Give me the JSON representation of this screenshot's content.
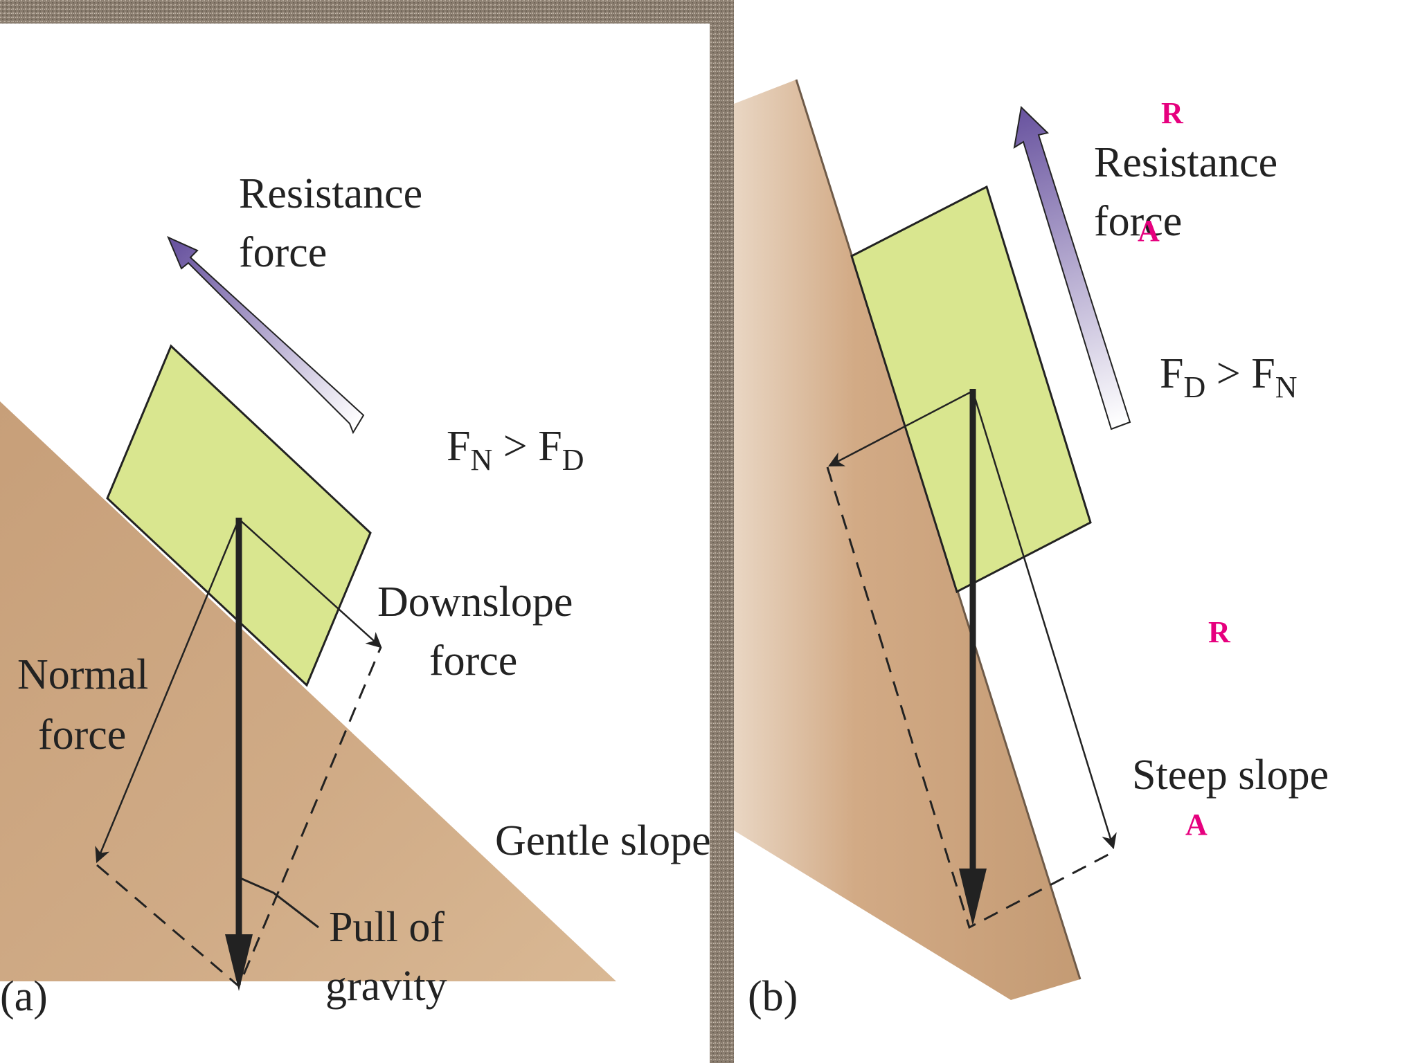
{
  "panel_a": {
    "tag": "(a)",
    "resistance": [
      "Resistance",
      "force"
    ],
    "equation": {
      "left": "F",
      "left_sub": "N",
      "op": " > ",
      "right": "F",
      "right_sub": "D"
    },
    "downslope": [
      "Downslope",
      "force"
    ],
    "normal": [
      "Normal",
      "force"
    ],
    "slope": "Gentle slope",
    "gravity": [
      "Pull of",
      "gravity"
    ]
  },
  "panel_b": {
    "tag": "(b)",
    "resistance": [
      "Resistance",
      "force"
    ],
    "equation": {
      "left": "F",
      "left_sub": "D",
      "op": " > ",
      "right": "F",
      "right_sub": "N"
    },
    "slope": "Steep slope"
  },
  "annotations": [
    "R",
    "A",
    "R",
    "A"
  ],
  "colors": {
    "border": "#8a7d6f",
    "soil": "#caa27c",
    "block": "#d9e68f",
    "arrow_purple": "#7a64a8",
    "annotation": "#e6007e"
  }
}
